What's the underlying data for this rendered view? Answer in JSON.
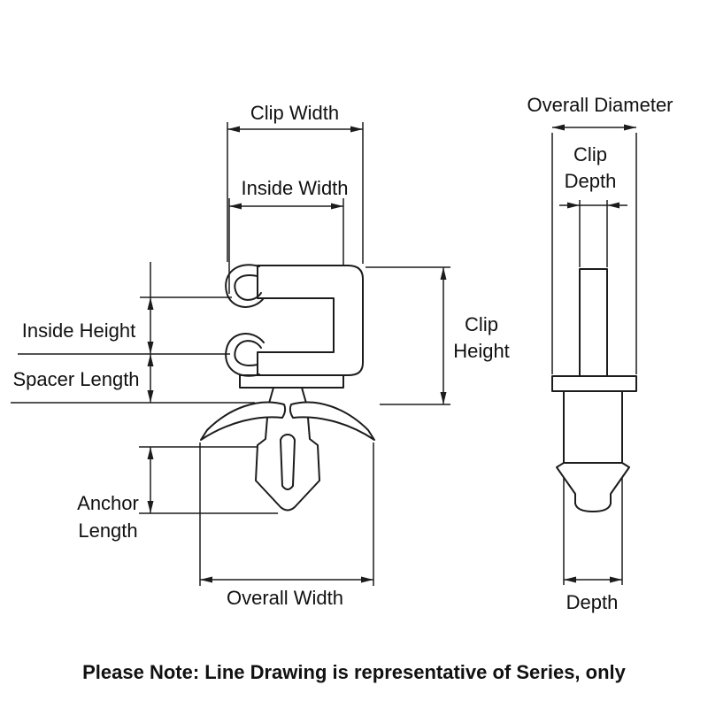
{
  "front_view": {
    "clip_width": "Clip Width",
    "inside_width": "Inside Width",
    "inside_height": "Inside Height",
    "spacer_length": "Spacer Length",
    "anchor_line1": "Anchor",
    "anchor_line2": "Length",
    "overall_width": "Overall Width",
    "clip_height_line1": "Clip",
    "clip_height_line2": "Height"
  },
  "side_view": {
    "overall_diameter": "Overall Diameter",
    "clip_depth_line1": "Clip",
    "clip_depth_line2": "Depth",
    "depth": "Depth"
  },
  "note": "Please Note: Line Drawing is representative of Series, only",
  "colors": {
    "line": "#1c1c1c",
    "text": "#111111",
    "background": "#ffffff"
  }
}
